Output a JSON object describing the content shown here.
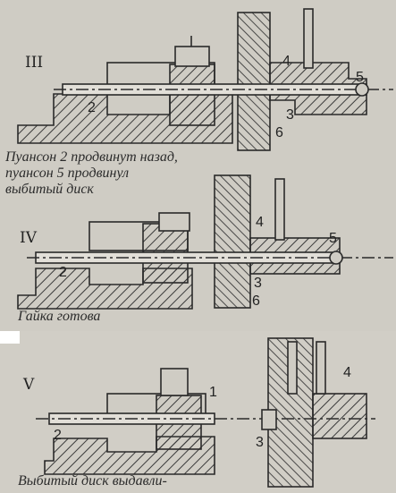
{
  "stages": [
    {
      "roman": "III",
      "caption_lines": [
        "Пуансон 2 продвинут назад,",
        "пуансон 5 продвинул",
        "выбитый диск"
      ],
      "numbers": [
        "2",
        "4",
        "5",
        "3",
        "6"
      ]
    },
    {
      "roman": "IV",
      "caption_lines": [
        "Гайка готова"
      ],
      "numbers": [
        "2",
        "4",
        "5",
        "3",
        "6"
      ]
    },
    {
      "roman": "V",
      "caption_lines": [
        "Выбитый диск выдавли-"
      ],
      "numbers": [
        "1",
        "2",
        "4",
        "3"
      ]
    }
  ],
  "colors": {
    "ink": "#2a2a2a",
    "paper": "#cfccc4"
  }
}
